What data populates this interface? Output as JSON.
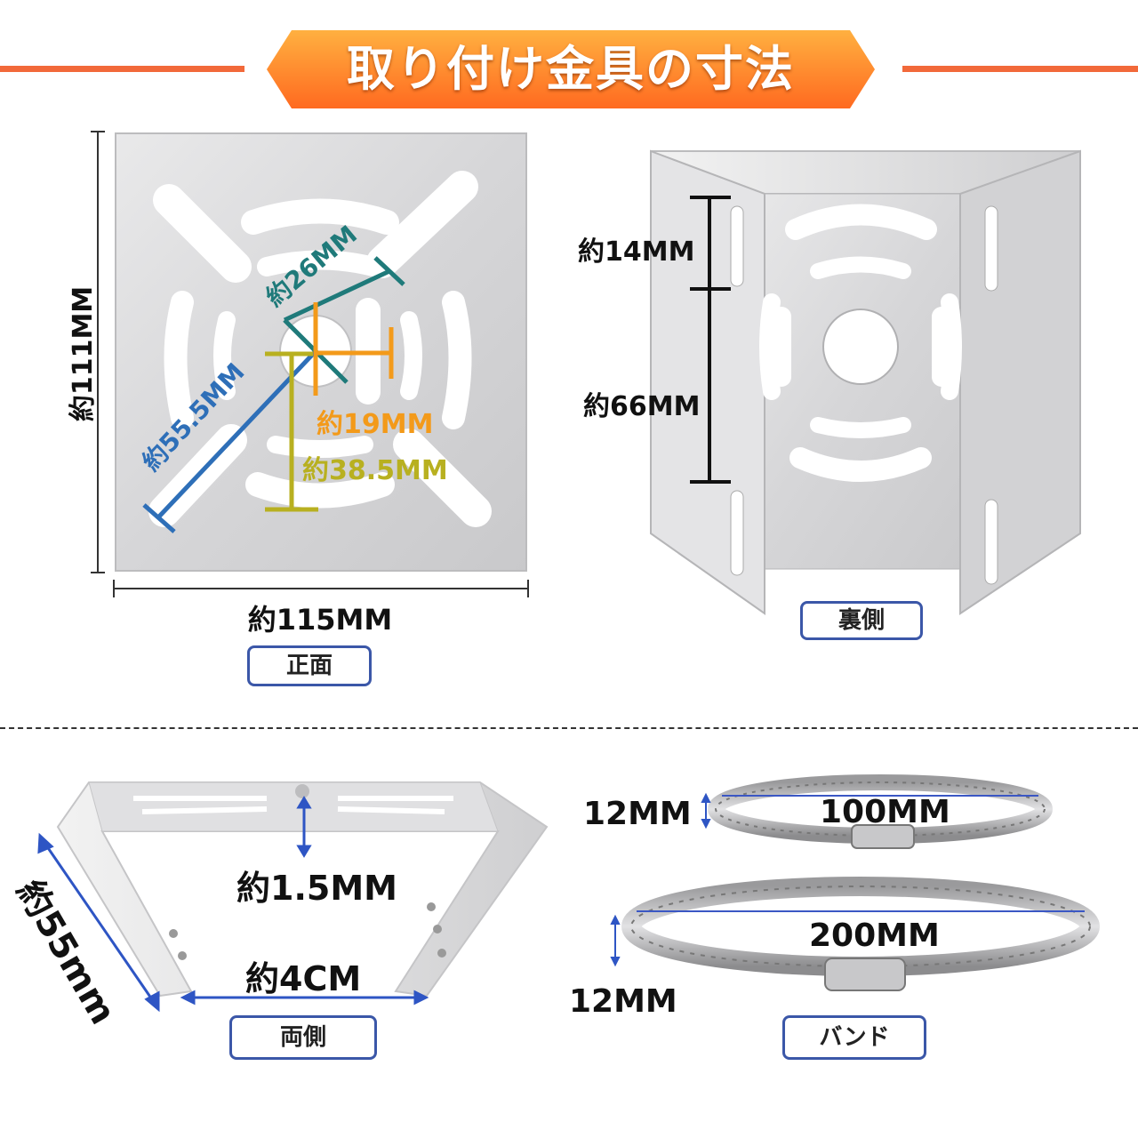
{
  "header": {
    "title": "取り付け金具の寸法"
  },
  "colors": {
    "accent": "#f2693a",
    "label_border": "#3b57a8",
    "dim_blue": "#2e6fb8",
    "dim_teal": "#1f7a7a",
    "dim_orange": "#f39a1a",
    "dim_olive": "#b8b020"
  },
  "front": {
    "label": "正面",
    "height": "約111MM",
    "width": "約115MM",
    "diag_long": "約55.5MM",
    "diag_short": "約26MM",
    "h_small": "約19MM",
    "v_small": "約38.5MM"
  },
  "back": {
    "label": "裏側",
    "upper": "約14MM",
    "lower": "約66MM"
  },
  "sides": {
    "label": "両側",
    "thickness": "約1.5MM",
    "inner_width": "約4CM",
    "side_length": "約55mm"
  },
  "band": {
    "label": "バンド",
    "small_diameter": "100MM",
    "small_width": "12MM",
    "large_diameter": "200MM",
    "large_width": "12MM"
  }
}
